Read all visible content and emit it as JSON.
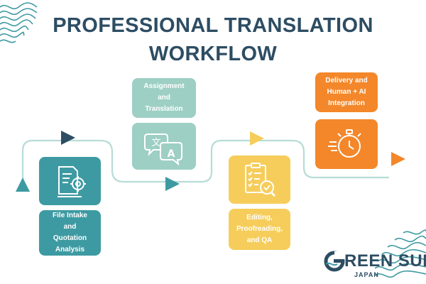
{
  "title": {
    "line1": "PROFESSIONAL TRANSLATION",
    "line2": "WORKFLOW"
  },
  "steps": [
    {
      "label": "File Intake and Quotation Analysis",
      "lines": [
        "File Intake",
        "and",
        "Quotation",
        "Analysis"
      ],
      "icon": "document-gear-icon",
      "color": "#3e9aa2"
    },
    {
      "label": "Assignment and Translation",
      "lines": [
        "Assignment",
        "and",
        "Translation"
      ],
      "icon": "translate-bubbles-icon",
      "color": "#9dcfc4"
    },
    {
      "label": "Editing, Proofreading, and QA",
      "lines": [
        "Editing,",
        "Proofreading,",
        "and QA"
      ],
      "icon": "checklist-magnifier-icon",
      "color": "#f6cd5b"
    },
    {
      "label": "Delivery and Human + AI Integration",
      "lines": [
        "Delivery and",
        "Human + AI",
        "Integration"
      ],
      "icon": "stopwatch-icon",
      "color": "#f3872a"
    }
  ],
  "logo": {
    "brand": "GREEN SUN",
    "brand_g": "G",
    "brand_rest": "REEN SUN",
    "sub": "JAPAN"
  },
  "colors": {
    "title": "#2d4d63",
    "teal": "#3e9aa2",
    "mint": "#9dcfc4",
    "yellow": "#f6cd5b",
    "orange": "#f3872a",
    "navy": "#2d4d63",
    "line": "#b7dcd7"
  }
}
